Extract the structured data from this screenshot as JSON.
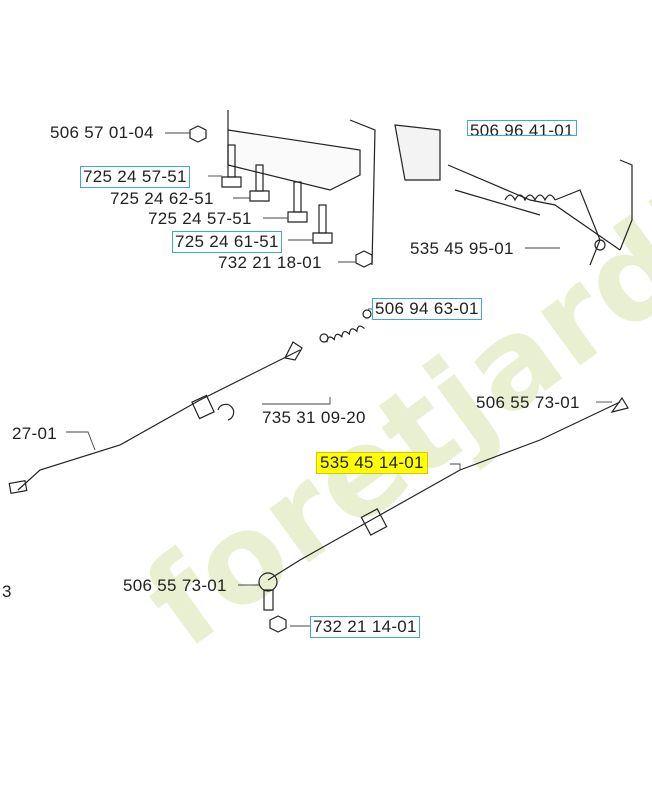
{
  "watermark": "foretjardin.com",
  "labels": {
    "p1": "506 57 01-04",
    "p2": "725 24 57-51",
    "p3": "725 24 62-51",
    "p4": "725 24 57-51",
    "p5": "725 24 61-51",
    "p6": "732 21 18-01",
    "p7": "506 96 41-01",
    "p8": "535 45 95-01",
    "p9": "506 94 63-01",
    "p10": "735 31 09-20",
    "p11": "27-01",
    "p12": "506 55 73-01",
    "p13": "535 45 14-01",
    "p14": "506 55 73-01",
    "p15": "732 21 14-01",
    "p16": "3"
  },
  "colors": {
    "highlight": "#ffff00",
    "box": "#3fa7d6",
    "line": "#222222",
    "watermark": "#e2ecc4"
  }
}
